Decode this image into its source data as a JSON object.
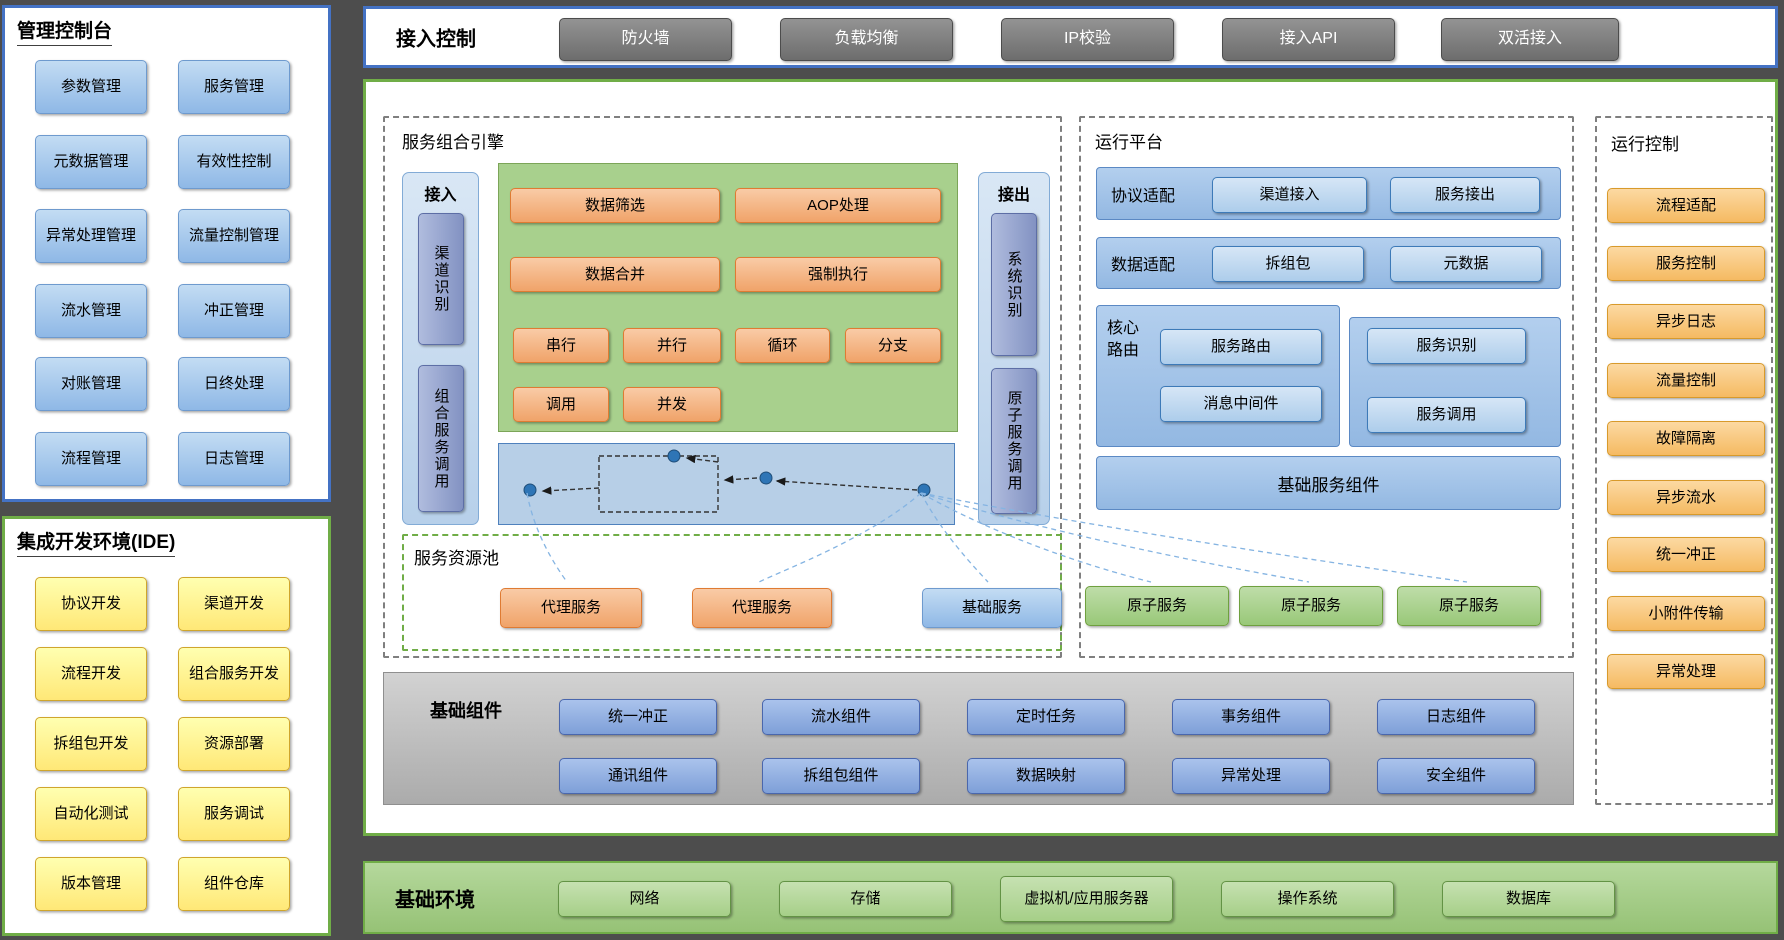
{
  "console": {
    "title": "管理控制台",
    "items": [
      "参数管理",
      "服务管理",
      "元数据管理",
      "有效性控制",
      "异常处理管理",
      "流量控制管理",
      "流水管理",
      "冲正管理",
      "对账管理",
      "日终处理",
      "流程管理",
      "日志管理"
    ]
  },
  "ide": {
    "title": "集成开发环境(IDE)",
    "items": [
      "协议开发",
      "渠道开发",
      "流程开发",
      "组合服务开发",
      "拆组包开发",
      "资源部署",
      "自动化测试",
      "服务调试",
      "版本管理",
      "组件仓库"
    ]
  },
  "access": {
    "title": "接入控制",
    "items": [
      "防火墙",
      "负载均衡",
      "IP校验",
      "接入API",
      "双活接入"
    ]
  },
  "engine": {
    "title": "服务组合引擎",
    "inlet_label": "接入",
    "inlet_items": [
      "渠道识别",
      "组合服务调用"
    ],
    "outlet_label": "接出",
    "outlet_items": [
      "系统识别",
      "原子服务调用"
    ],
    "ops": [
      "数据筛选",
      "AOP处理",
      "数据合并",
      "强制执行",
      "串行",
      "并行",
      "循环",
      "分支",
      "调用",
      "并发"
    ]
  },
  "pool": {
    "title": "服务资源池",
    "items": [
      "代理服务",
      "代理服务",
      "基础服务"
    ]
  },
  "platform": {
    "title": "运行平台",
    "protocol_label": "协议适配",
    "protocol_items": [
      "渠道接入",
      "服务接出"
    ],
    "data_label": "数据适配",
    "data_items": [
      "拆组包",
      "元数据"
    ],
    "core_label": "核心路由",
    "core_items": [
      "服务路由",
      "消息中间件"
    ],
    "side_items": [
      "服务识别",
      "服务调用"
    ],
    "base_label": "基础服务组件",
    "atomic_items": [
      "原子服务",
      "原子服务",
      "原子服务"
    ]
  },
  "control": {
    "title": "运行控制",
    "items": [
      "流程适配",
      "服务控制",
      "异步日志",
      "流量控制",
      "故障隔离",
      "异步流水",
      "统一冲正",
      "小附件传输",
      "异常处理"
    ]
  },
  "components": {
    "title": "基础组件",
    "items": [
      "统一冲正",
      "流水组件",
      "定时任务",
      "事务组件",
      "日志组件",
      "通讯组件",
      "拆组包组件",
      "数据映射",
      "异常处理",
      "安全组件"
    ]
  },
  "environment": {
    "title": "基础环境",
    "items": [
      "网络",
      "存储",
      "虚拟机/应用服务器",
      "操作系统",
      "数据库"
    ]
  },
  "colors": {
    "accent_blue": "#4472c4",
    "accent_green": "#70ad47",
    "button_blue": "#9dc3e6",
    "button_yellow": "#ffff99",
    "button_gray": "#7f7f7f",
    "button_orange": "#f4b183",
    "button_green": "#a9d08e",
    "button_amber": "#f5ba62",
    "frame_background": "#4d4d4d"
  }
}
